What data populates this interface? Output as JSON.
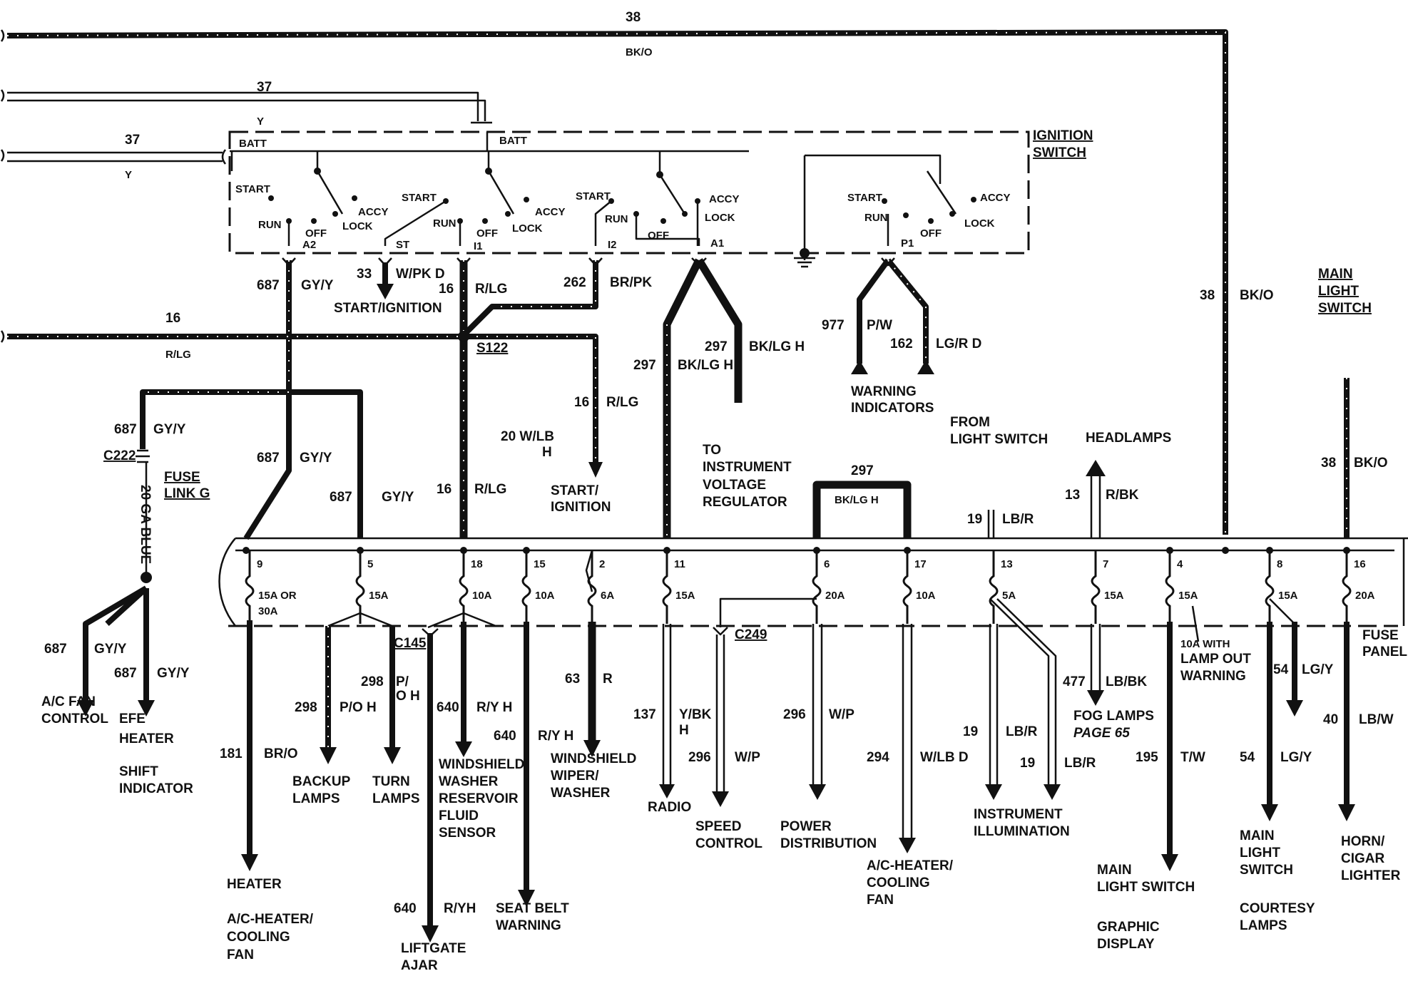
{
  "top": {
    "w38_num": "38",
    "w38_color": "BK/O",
    "w37a_num": "37",
    "w37a_color": "Y",
    "w37b_num": "37",
    "w37b_color": "Y"
  },
  "ignition": {
    "title_line1": "IGNITION",
    "title_line2": "SWITCH",
    "batt1": "BATT",
    "batt2": "BATT",
    "start": "START",
    "run": "RUN",
    "off": "OFF",
    "accy": "ACCY",
    "lock": "LOCK",
    "a2": "A2",
    "st": "ST",
    "i1": "I1",
    "i2": "I2",
    "a1": "A1",
    "p1": "P1"
  },
  "wires": {
    "w687_num": "687",
    "w687_color": "GY/Y",
    "w33_num": "33",
    "w33_color": "W/PK D",
    "start_ignition": "START/IGNITION",
    "w16_num": "16",
    "w16_color": "R/LG",
    "w262_num": "262",
    "w262_color": "BR/PK",
    "w16b_num": "16",
    "w16b_color": "R/LG",
    "s122": "S122",
    "w297a_num": "297",
    "w297a_color": "BK/LG H",
    "w297b_num": "297",
    "w297b_color": "BK/LG H",
    "w977_num": "977",
    "w977_color": "P/W",
    "w162_num": "162",
    "w162_color": "LG/R D",
    "warning_line1": "WARNING",
    "warning_line2": "INDICATORS",
    "w38r_num": "38",
    "w38r_color": "BK/O",
    "main_line1": "MAIN",
    "main_line2": "LIGHT",
    "main_line3": "SWITCH",
    "w687c_num": "687",
    "w687c_color": "GY/Y",
    "c222": "C222",
    "fuse_link1": "FUSE",
    "fuse_link2": "LINK G",
    "ga_blue": "20 GA BLUE",
    "w687d_num": "687",
    "w687d_color": "GY/Y",
    "w687e_num": "687",
    "w687e_color": "GY/Y",
    "w16c_num": "16",
    "w16c_color": "R/LG",
    "w16d_num": "16",
    "w16d_color": "R/LG",
    "w20_line1": "20 W/LB",
    "w20_line2": "H",
    "start_ign2_line1": "START/",
    "start_ign2_line2": "IGNITION",
    "to_line1": "TO",
    "to_line2": "INSTRUMENT",
    "to_line3": "VOLTAGE",
    "to_line4": "REGULATOR",
    "w297c_num": "297",
    "w297c_color": "BK/LG H",
    "from_line1": "FROM",
    "from_line2": "LIGHT SWITCH",
    "headlamps": "HEADLAMPS",
    "w13_num": "13",
    "w13_color": "R/BK",
    "w19_num": "19",
    "w19_color": "LB/R",
    "w38s_num": "38",
    "w38s_color": "BK/O"
  },
  "fuses": [
    {
      "num": "9",
      "rating1": "15A OR",
      "rating2": "30A"
    },
    {
      "num": "5",
      "rating1": "15A",
      "rating2": ""
    },
    {
      "num": "18",
      "rating1": "10A",
      "rating2": ""
    },
    {
      "num": "15",
      "rating1": "10A",
      "rating2": ""
    },
    {
      "num": "2",
      "rating1": "6A",
      "rating2": ""
    },
    {
      "num": "11",
      "rating1": "15A",
      "rating2": ""
    },
    {
      "num": "6",
      "rating1": "20A",
      "rating2": ""
    },
    {
      "num": "17",
      "rating1": "10A",
      "rating2": ""
    },
    {
      "num": "13",
      "rating1": "5A",
      "rating2": ""
    },
    {
      "num": "7",
      "rating1": "15A",
      "rating2": ""
    },
    {
      "num": "4",
      "rating1": "15A",
      "rating2": ""
    },
    {
      "num": "8",
      "rating1": "15A",
      "rating2": ""
    },
    {
      "num": "16",
      "rating1": "20A",
      "rating2": ""
    }
  ],
  "outputs": {
    "ac_w_num": "687",
    "ac_w_color": "GY/Y",
    "efe_w_num": "687",
    "efe_w_color": "GY/Y",
    "ac_fan_line1": "A/C FAN",
    "ac_fan_line2": "CONTROL",
    "efe_line1": "EFE",
    "efe_line2": "HEATER",
    "shift_line1": "SHIFT",
    "shift_line2": "INDICATOR",
    "w181_num": "181",
    "w181_color": "BR/O",
    "heater": "HEATER",
    "ach1_line1": "A/C-HEATER/",
    "ach1_line2": "COOLING",
    "ach1_line3": "FAN",
    "w298_num": "298",
    "w298_color": "P/O H",
    "w298b_num": "298",
    "w298b_color_line1": "P/",
    "w298b_color_line2": "O H",
    "c145": "C145",
    "backup_line1": "BACKUP",
    "backup_line2": "LAMPS",
    "turn_line1": "TURN",
    "turn_line2": "LAMPS",
    "w640a_num": "640",
    "w640a_color": "R/Y H",
    "w640b_num": "640",
    "w640b_color": "R/Y H",
    "w640c_num": "640",
    "w640c_color": "R/YH",
    "wsw_line1": "WINDSHIELD",
    "wsw_line2": "WASHER",
    "wsw_line3": "RESERVOIR",
    "wsw_line4": "FLUID",
    "wsw_line5": "SENSOR",
    "liftgate_line1": "LIFTGATE",
    "liftgate_line2": "AJAR",
    "seatbelt_line1": "SEAT BELT",
    "seatbelt_line2": "WARNING",
    "w63_num": "63",
    "w63_color": "R",
    "wiper_line1": "WINDSHIELD",
    "wiper_line2": "WIPER/",
    "wiper_line3": "WASHER",
    "w137_num": "137",
    "w137_color_line1": "Y/BK",
    "w137_color_line2": "H",
    "radio": "RADIO",
    "c249": "C249",
    "w296a_num": "296",
    "w296a_color": "W/P",
    "w296b_num": "296",
    "w296b_color": "W/P",
    "speed_line1": "SPEED",
    "speed_line2": "CONTROL",
    "power_line1": "POWER",
    "power_line2": "DISTRIBUTION",
    "w294_num": "294",
    "w294_color": "W/LB D",
    "ach2_line1": "A/C-HEATER/",
    "ach2_line2": "COOLING",
    "ach2_line3": "FAN",
    "w19a_num": "19",
    "w19a_color": "LB/R",
    "w19b_num": "19",
    "w19b_color": "LB/R",
    "instr_line1": "INSTRUMENT",
    "instr_line2": "ILLUMINATION",
    "w477_num": "477",
    "w477_color": "LB/BK",
    "fog_line1": "FOG LAMPS",
    "fog_line2": "PAGE 65",
    "lamp_out_line1": "10A WITH",
    "lamp_out_line2": "LAMP OUT",
    "lamp_out_line3": "WARNING",
    "w195_num": "195",
    "w195_color": "T/W",
    "mls_line1": "MAIN",
    "mls_line2": "LIGHT SWITCH",
    "graphic_line1": "GRAPHIC",
    "graphic_line2": "DISPLAY",
    "w54a_num": "54",
    "w54a_color": "LG/Y",
    "w54b_num": "54",
    "w54b_color": "LG/Y",
    "mls2_line1": "MAIN",
    "mls2_line2": "LIGHT",
    "mls2_line3": "SWITCH",
    "courtesy_line1": "COURTESY",
    "courtesy_line2": "LAMPS",
    "w40_num": "40",
    "w40_color": "LB/W",
    "horn_line1": "HORN/",
    "horn_line2": "CIGAR",
    "horn_line3": "LIGHTER",
    "fuse_panel_line1": "FUSE",
    "fuse_panel_line2": "PANEL"
  }
}
